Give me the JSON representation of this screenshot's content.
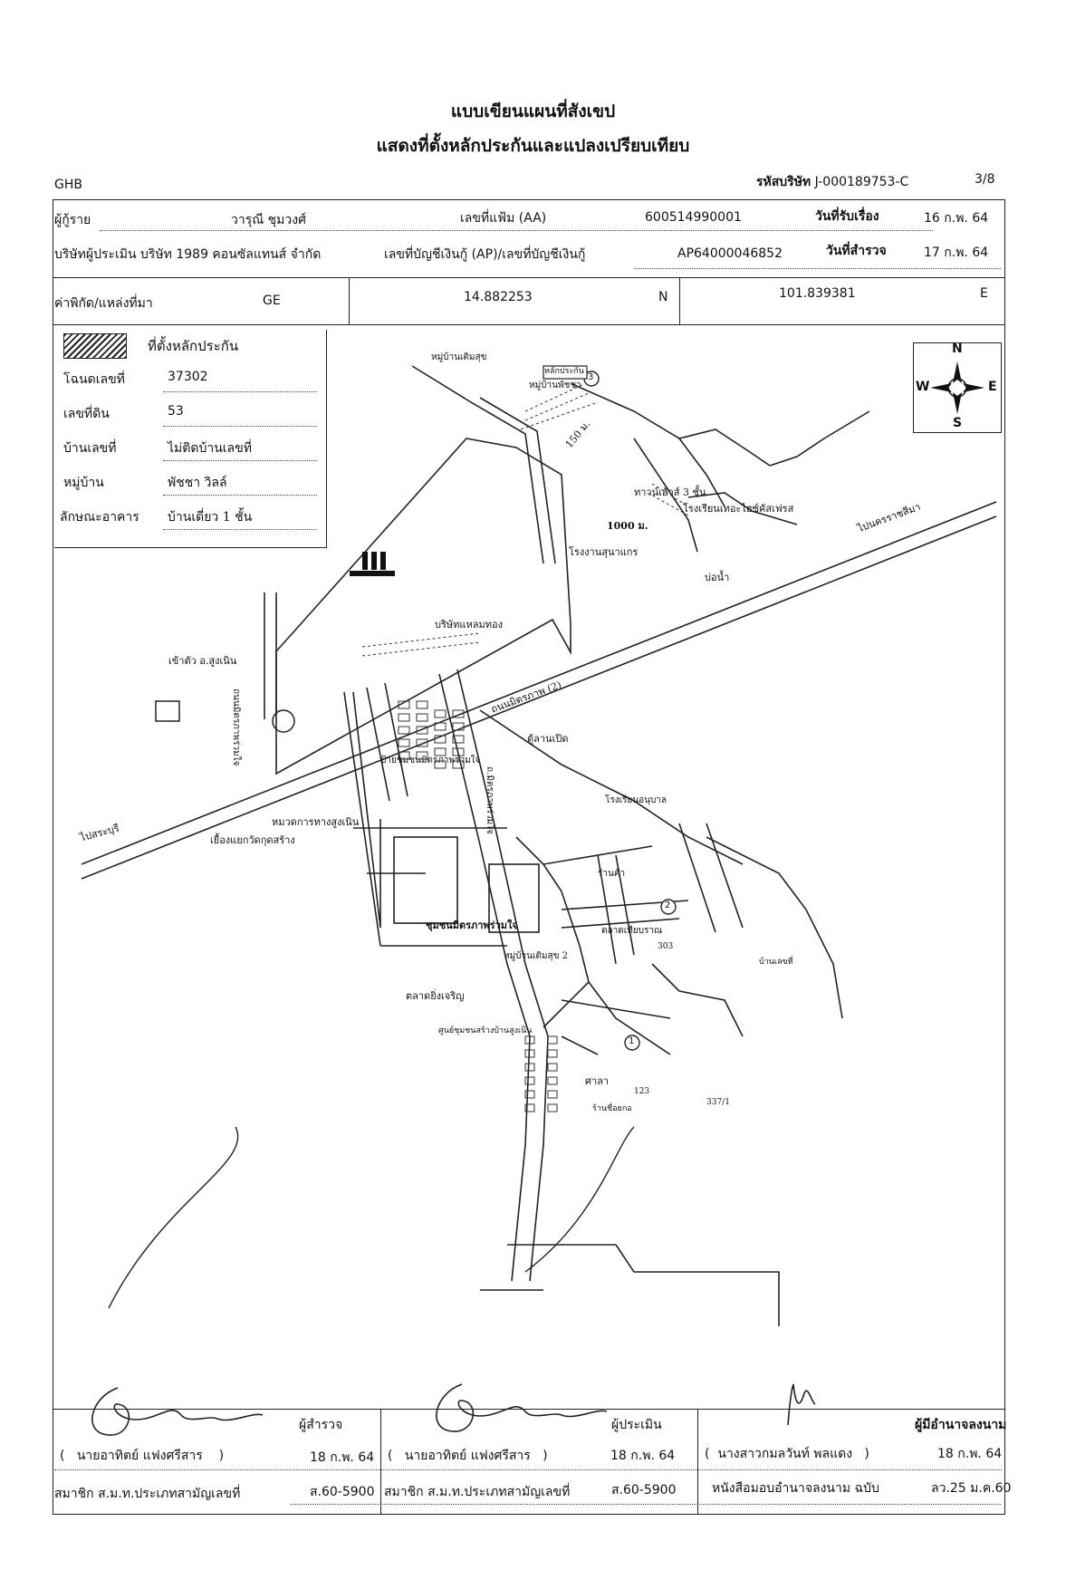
{
  "header": {
    "title_line1": "แบบเขียนแผนที่สังเขป",
    "title_line2": "แสดงที่ตั้งหลักประกันและแปลงเปรียบเทียบ",
    "bank": "GHB",
    "company_code_label": "รหัสบริษัท",
    "company_code": "J-000189753-C",
    "page": "3/8"
  },
  "info": {
    "borrower_label": "ผู้กู้ราย",
    "borrower": "วารุณี ชุมวงศ์",
    "file_no_label": "เลขที่แฟ้ม (AA)",
    "file_no": "600514990001",
    "received_label": "วันที่รับเรื่อง",
    "received_date": "16 ก.พ. 64",
    "appraiser_label": "บริษัทผู้ประเมิน",
    "appraiser": "บริษัท 1989 คอนซัลแทนส์ จำกัด",
    "account_label": "เลขที่บัญชีเงินกู้ (AP)/เลขที่บัญชีเงินกู้",
    "account_no": "AP64000046852",
    "survey_label": "วันที่สำรวจ",
    "survey_date": "17 ก.พ. 64",
    "coord_label": "ค่าพิกัด/แหล่งที่มา",
    "coord_source": "GE",
    "lat": "14.882253",
    "lat_dir": "N",
    "lon": "101.839381",
    "lon_dir": "E"
  },
  "legend": {
    "collateral_label": "ที่ตั้งหลักประกัน",
    "rows": [
      {
        "label": "โฉนดเลขที่",
        "value": "37302"
      },
      {
        "label": "เลขที่ดิน",
        "value": "53"
      },
      {
        "label": "บ้านเลขที่",
        "value": "ไม่ติดบ้านเลขที่"
      },
      {
        "label": "หมู่บ้าน",
        "value": "พัชชา วิลล์"
      },
      {
        "label": "ลักษณะอาคาร",
        "value": "บ้านเดี่ยว 1 ชั้น"
      }
    ]
  },
  "compass": {
    "n": "N",
    "s": "S",
    "e": "E",
    "w": "W"
  },
  "map": {
    "labels": {
      "collateral_tag": "หลักประกัน",
      "village_phatcha": "หมู่บ้านพัชชา",
      "village_top": "หมู่บ้านเติมสุข",
      "dist150": "150 ม.",
      "dist1000": "1000 ม.",
      "townhouse": "ทาวน์เฮ้าส์ 3 ชั้น",
      "factory1": "โรงเรียนเทอะไฮซ์คัสเฟรส",
      "factory2": "โรงงานสุนาแกร",
      "pond": "บ่อน้ำ",
      "road_korat": "ถนนมิตรภาพ (2)",
      "to_korat": "ไปนครราชสีมา",
      "company": "บริษัทแหลมทอง",
      "to_sungnoen": "เข้าตัว อ.สูงเนิน",
      "road_side": "ถนนมิตรภาพร่วมใจ",
      "to_saraburi": "ไปสระบุรี",
      "police": "หมวดการทางสูงเนิน",
      "temple": "เยื้องแยกวัดกุดสร้าง",
      "village_sign": "ป้ายชุมชนมิตรภาพร่วมใจ",
      "kiosk": "ตู้ลานเปิด",
      "road_inner": "ถ.มิตรภาพร่วมใจ",
      "school": "โรงเรียนอนุบาล",
      "shop": "ร้านค้า",
      "community": "ชุมชนมิตรภาพร่วมใจ",
      "village2": "หมู่บ้านเติมสุข 2",
      "market": "ตลาดยิ่งเจริญ",
      "center": "ศูนย์ชุมชนสร้างบ้านสูงเนิน",
      "market2": "ตลาดเทียบราณ",
      "house": "บ้านเลขที่",
      "sala": "ศาลา",
      "shop2": "ร้านชื่อยกอ",
      "num_123": "123",
      "num_337": "337/1",
      "num_303": "303",
      "mark1": "1",
      "mark2": "2",
      "mark3": "3"
    }
  },
  "signatures": {
    "surveyor_role": "ผู้สำรวจ",
    "surveyor_name": "นายอาทิตย์ แฟงศรีสาร",
    "surveyor_date": "18 ก.พ. 64",
    "member_label": "สมาชิก ส.ม.ท.ประเภทสามัญเลขที่",
    "surveyor_member": "ส.60-5900",
    "appraiser_role": "ผู้ประเมิน",
    "appraiser_name": "นายอาทิตย์ แฟงศรีสาร",
    "appraiser_date": "18 ก.พ. 64",
    "appraiser_member": "ส.60-5900",
    "authorized_role": "ผู้มีอำนาจลงนาม",
    "authorized_name": "นางสาวกมลวันท์ พลแดง",
    "authorized_date": "18 ก.พ. 64",
    "poa_label": "หนังสือมอบอำนาจลงนาม ฉบับ",
    "poa_no": "ลว.25 ม.ค.60"
  },
  "colors": {
    "ink": "#111111",
    "line": "#222222"
  }
}
